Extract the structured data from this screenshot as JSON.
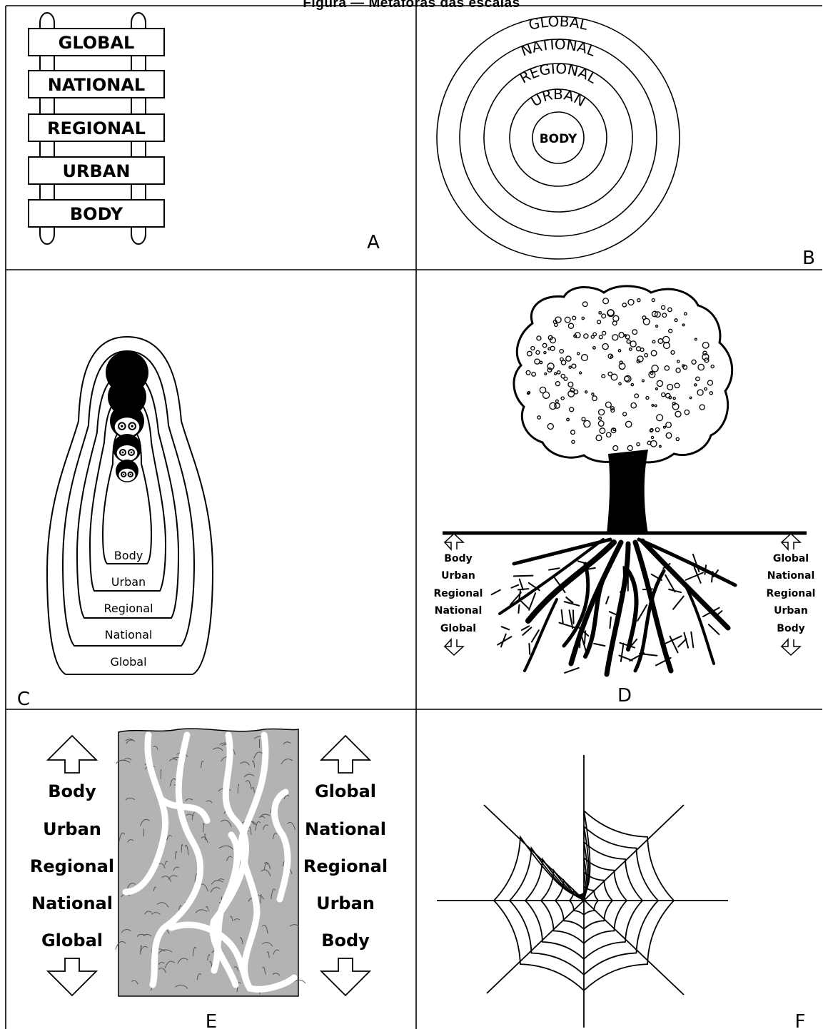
{
  "caption": "Figura — Metáforas das escalas",
  "panels": [
    {
      "letter": "A",
      "labels": [
        "GLOBAL",
        "NATIONAL",
        "REGIONAL",
        "URBAN",
        "BODY"
      ]
    },
    {
      "letter": "B",
      "labels": [
        "GLOBAL",
        "NATIONAL",
        "REGIONAL",
        "URBAN",
        "BODY"
      ]
    },
    {
      "letter": "C",
      "labels": [
        "Body",
        "Urban",
        "Regional",
        "National",
        "Global"
      ]
    },
    {
      "letter": "D",
      "left_labels": [
        "Body",
        "Urban",
        "Regional",
        "National",
        "Global"
      ],
      "right_labels": [
        "Global",
        "National",
        "Regional",
        "Urban",
        "Body"
      ]
    },
    {
      "letter": "E",
      "left_labels": [
        "Body",
        "Urban",
        "Regional",
        "National",
        "Global"
      ],
      "right_labels": [
        "Global",
        "National",
        "Regional",
        "Urban",
        "Body"
      ]
    },
    {
      "letter": "F"
    }
  ],
  "colors": {
    "line": "#000000",
    "soil": "#b3b3b3",
    "root": "#ffffff"
  }
}
